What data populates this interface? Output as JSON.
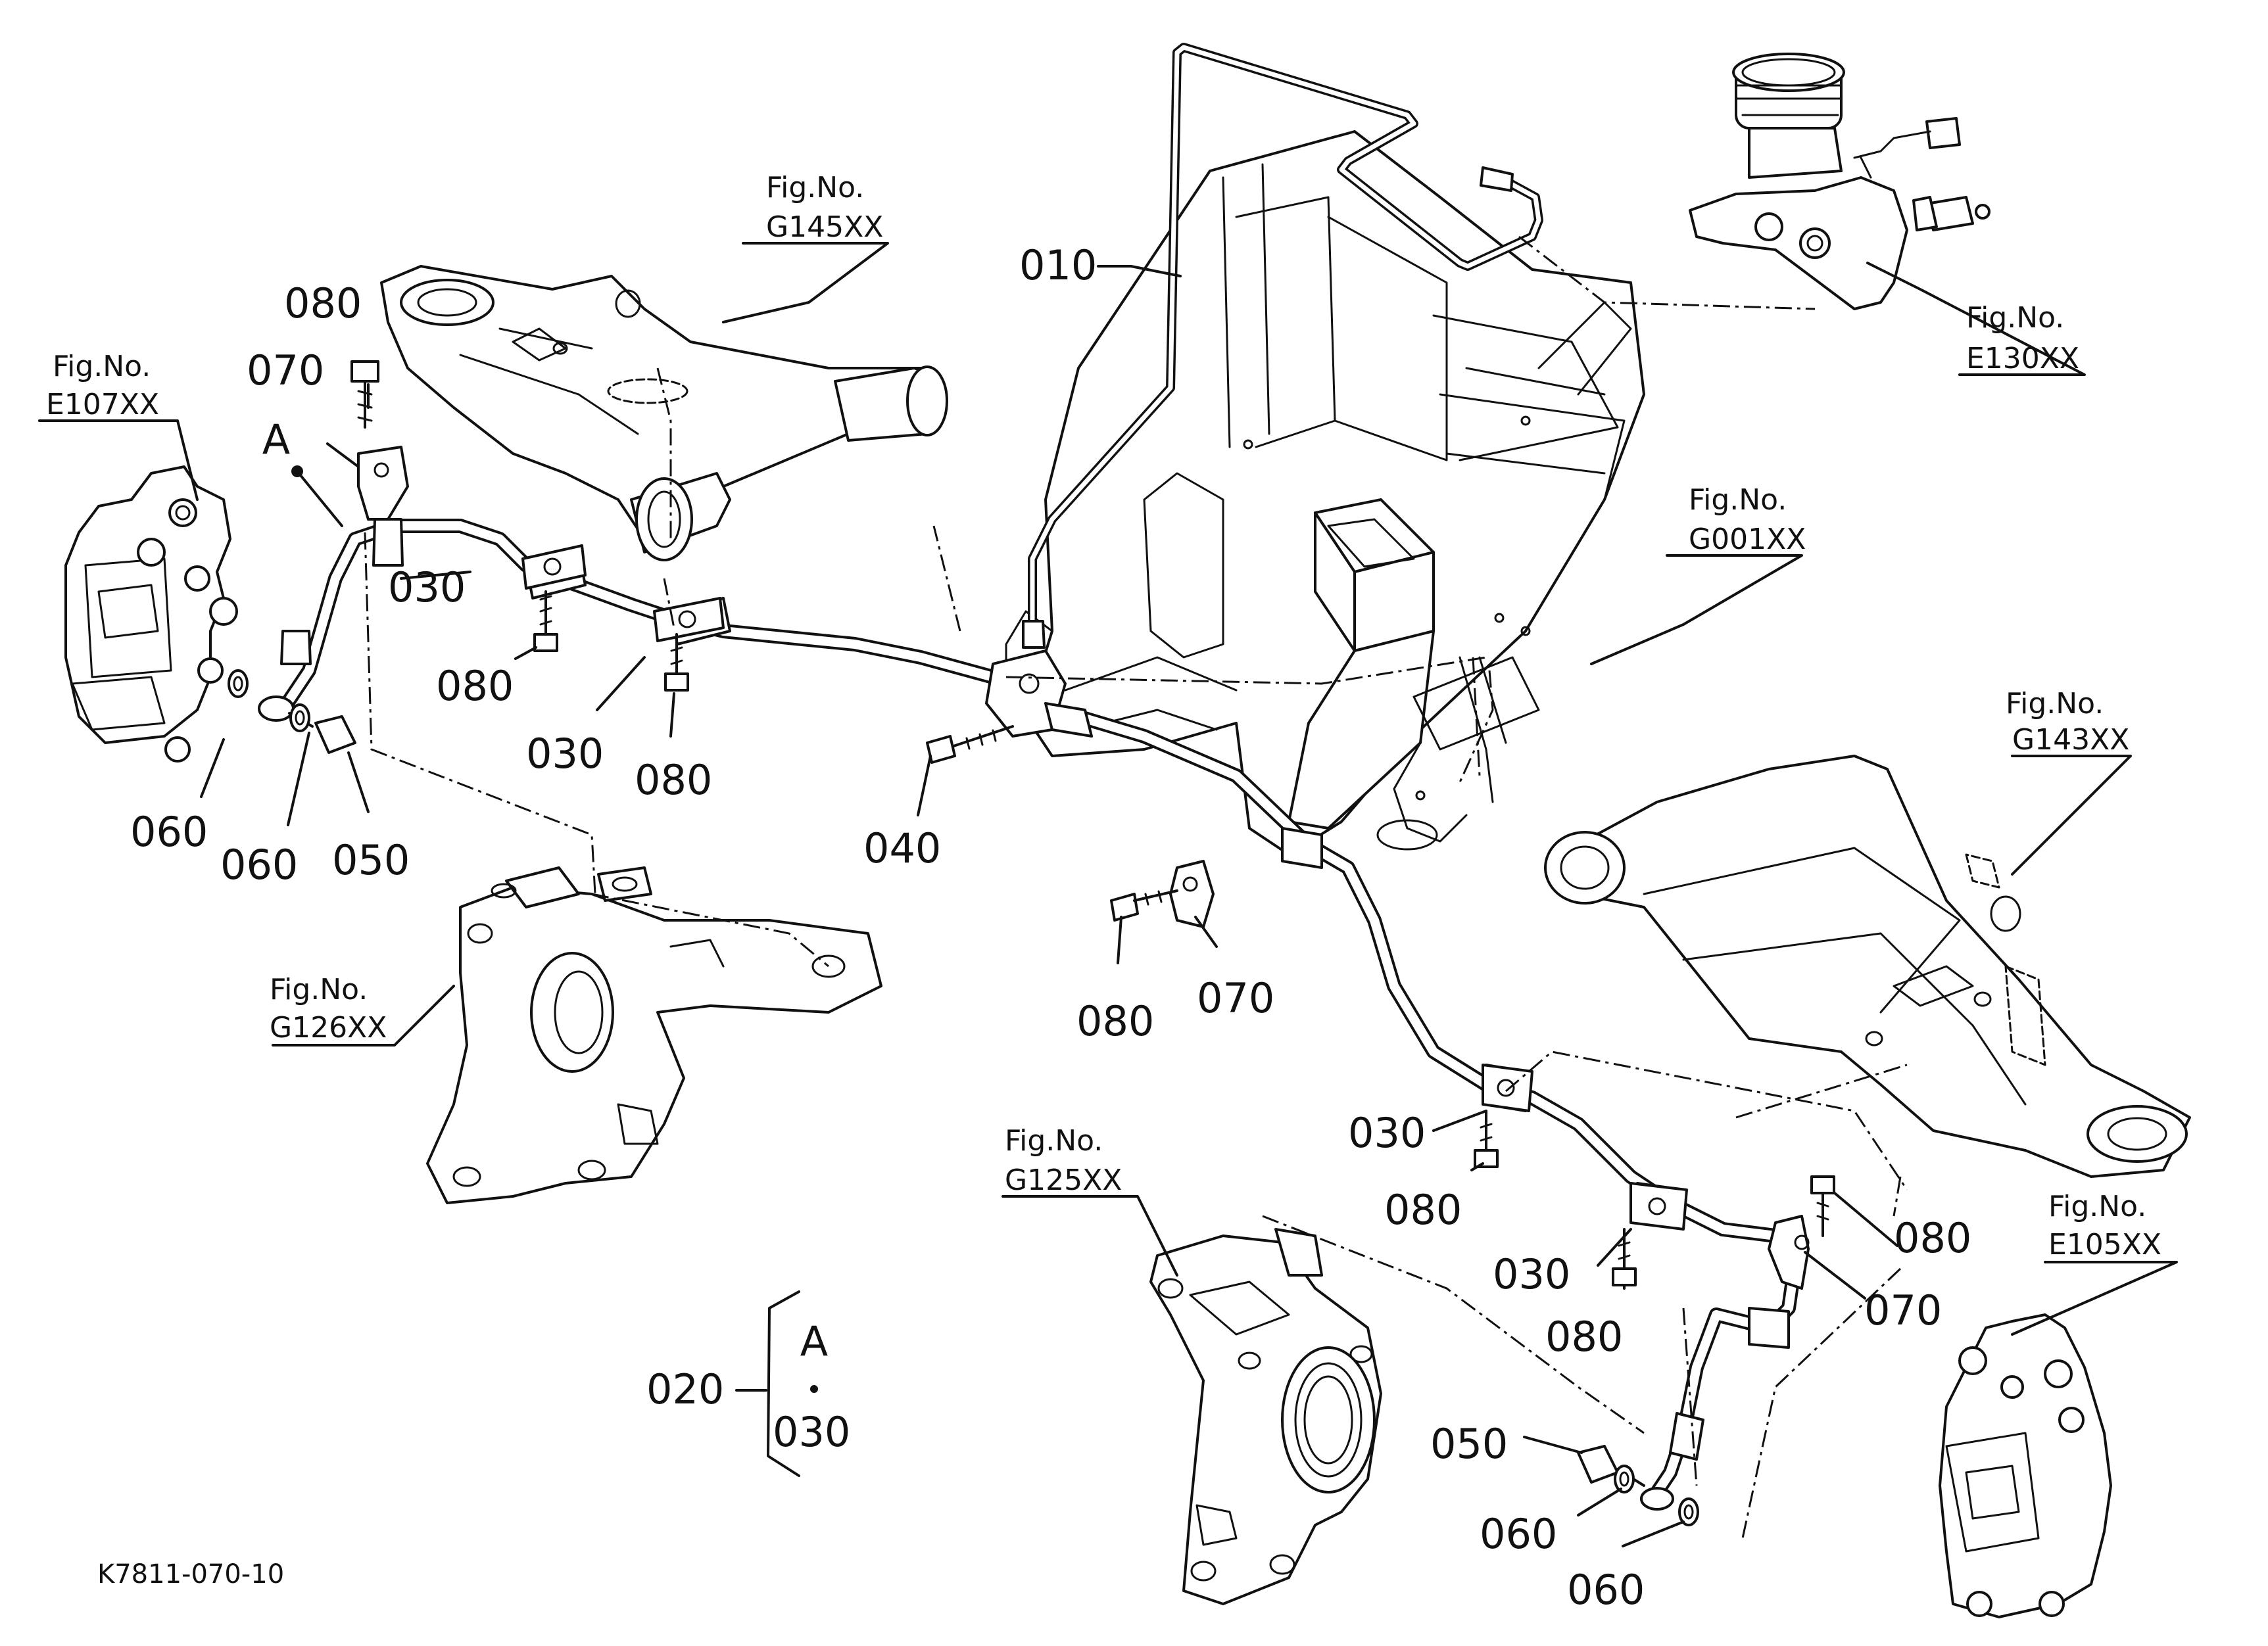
{
  "drawing_id": "K7811-070-10",
  "fig_refs": {
    "g145": {
      "label": "Fig.No.",
      "code": "G145XX"
    },
    "e107": {
      "label": "Fig.No.",
      "code": "E107XX"
    },
    "e130": {
      "label": "Fig.No.",
      "code": "E130XX"
    },
    "g001": {
      "label": "Fig.No.",
      "code": "G001XX"
    },
    "g143": {
      "label": "Fig.No.",
      "code": "G143XX"
    },
    "g126": {
      "label": "Fig.No.",
      "code": "G126XX"
    },
    "g125": {
      "label": "Fig.No.",
      "code": "G125XX"
    },
    "e105": {
      "label": "Fig.No.",
      "code": "E105XX"
    }
  },
  "callouts": {
    "c010": "010",
    "c020": "020",
    "c030_a": "030",
    "c030_b": "030",
    "c030_c": "030",
    "c030_d": "030",
    "c030_legend": "030",
    "c040": "040",
    "c050_left": "050",
    "c050_right": "050",
    "c060_left_a": "060",
    "c060_left_b": "060",
    "c060_right_a": "060",
    "c060_right_b": "060",
    "c070_left": "070",
    "c070_center": "070",
    "c070_right": "070",
    "c080_top": "080",
    "c080_a": "080",
    "c080_b": "080",
    "c080_c": "080",
    "c080_d": "080",
    "c080_e": "080",
    "c080_f": "080"
  },
  "view_markers": {
    "detail": "A",
    "legend": "A"
  }
}
